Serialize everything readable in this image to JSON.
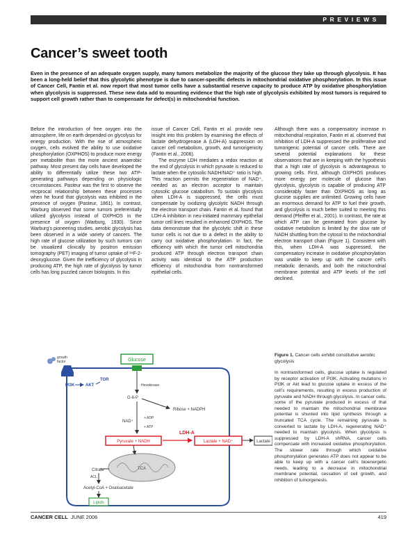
{
  "header": {
    "section": "PREVIEWS"
  },
  "article": {
    "title": "Cancer’s sweet tooth",
    "abstract": "Even in the presence of an adequate oxygen supply, many tumors metabolize the majority of the glucose they take up through glycolysis. It has been a long-held belief that this glycolytic phenotype is due to cancer-specific defects in mitochondrial oxidative phosphorylation. In this issue of Cancer Cell, Fantin et al. now report that most tumor cells have a substantial reserve capacity to produce ATP by oxidative phosphorylation when glycolysis is suppressed. These new data add to mounting evidence that the high rate of glycolysis exhibited by most tumors is required to support cell growth rather than to compensate for defect(s) in mitochondrial function."
  },
  "columns": {
    "col1": [
      "Before the introduction of free oxygen into the atmosphere, life on earth depended on glycolysis for energy production. With the rise of atmospheric oxygen, cells evolved the ability to use oxidative phosphorylation (OXPHOS) to produce more energy per metabolite than the more ancient anaerobic pathway. Most present day cells have developed the ability to differentially utilize these two ATP-generating pathways depending on physiologic circumstances. Pasteur was the first to observe the reciprocal relationship between these processes when he found that glycolysis was inhibited in the presence of oxygen (Pasteur, 1861). In contrast, Warburg observed that some tumors preferentially utilized glycolysis instead of OXPHOS in the presence of oxygen (Warburg, 1930). Since Warburg’s pioneering studies, aerobic glycolysis has been observed in a wide variety of cancers. The high rate of glucose utilization by such tumors can be visualized clinically by positron emission tomography (PET) imaging of tumor uptake of ¹⁸F-2-deoxyglucose. Given the inefficiency of glycolysis in producing ATP, the high rate of glycolysis by tumor cells has long puzzled cancer biologists. In this"
    ],
    "col2": [
      "issue of Cancer Cell, Fantin et al. provide new insight into this problem by examining the effects of lactate dehydrogenase A (LDH-A) suppression on cancer cell metabolism, growth, and tumorigenicity (Fantin et al., 2006).",
      "The enzyme LDH mediates a redox reaction at the end of glycolysis in which pyruvate is reduced to lactate when the cytosolic NADH/NAD⁺ ratio is high. This reaction permits the regeneration of NAD⁺, needed as an electron acceptor to maintain cytosolic glucose catabolism. To sustain glycolysis when LDH-A is suppressed, the cells must compensate by oxidizing glycolytic NADH through the electron transport chain. Fantin et al. found that LDH-A inhibition in neu-initiated mammary epithelial tumor cell lines resulted in enhanced OXPHOS. The data demonstrate that the glycolytic shift in these tumor cells is not due to a defect in the ability to carry out oxidative phosphorylation. In fact, the efficiency with which the tumor cell mitochondria produced ATP through electron transport chain activity was identical to the ATP production efficiency of mitochondria from nontransformed epithelial cells."
    ],
    "col3": [
      "Although there was a compensatory increase in mitochondrial respiration, Fantin et al. observed that inhibition of LDH-A suppressed the proliferative and tumorigenic potential of cancer cells. There are several potential explanations for these observations that are in keeping with the hypothesis that a high rate of glycolysis is advantageous to growing cells. First, although OXPHOS produces more energy per molecule of glucose than glycolysis, glycolysis is capable of producing ATP considerably faster than OXPHOS as long as glucose supplies are unlimited. Growing cells have an enormous demand for ATP to fuel their growth, and glycolysis is much better suited to meeting this demand (Pfeiffer et al., 2001). In contrast, the rate at which ATP can be generated from glucose by oxidative metabolism is limited by the slow rate of NADH shuttling from the cytosol to the mitochondrial electron transport chain (Figure 1). Consistent with this, when LDH-A was suppressed, the compensatory increase in oxidative phosphorylation was unable to keep up with the cancer cell’s metabolic demands, and both the mitochondrial membrane potential and ATP levels of the cell declined."
    ]
  },
  "figure": {
    "labels": {
      "growth_factor": "growth\nfactor",
      "pi3k": "PI3K",
      "akt": "AKT",
      "tor": "TOR",
      "glucose": "Glucose",
      "hexokinase": "Hexokinase",
      "g6p": "G-6-P",
      "ribose": "Ribose + NADPH",
      "nad": "NAD⁺",
      "adp": "+ ADP",
      "atp": "+ ATP",
      "pyruvate": "Pyruvate + NADH",
      "ldha": "LDH-A",
      "lactate_nad": "Lactate + NAD⁺",
      "lactate": "Lactate",
      "tca": "TCA",
      "citrate": "Citrate",
      "acl": "ACL",
      "acetylcoa": "Acetyl-CoA + Oxaloacetate",
      "lipids": "Lipids"
    },
    "caption_label": "Figure 1.",
    "caption_title": "Cancer cells exhibit constitutive aerobic glycolysis",
    "caption_body": "In nontransformed cells, glucose uptake is regulated by receptor activation of PI3K. Activating mutations in PI3K or Akt lead to glucose uptake in excess of the cell’s requirements, resulting in excess production of pyruvate and NADH through glycolysis. In cancer cells, some of the pyruvate produced in excess of that needed to maintain the mitochondrial membrane potential is shunted into lipid synthesis through a truncated TCA cycle. The remaining pyruvate is converted to lactate by LDH-A, regenerating NAD⁺ needed to maintain glycolysis. When glycolysis is suppressed by LDH-A shRNA, cancer cells compensate with increased oxidative phosphorylation. The slower rate through which oxidative phosphorylation generates ATP does not appear to be able to keep up with a cancer cell’s bioenergetic needs, leading to a decrease in mitochondrial membrane potential, cessation of cell growth, and inhibition of tumorgenesis."
  },
  "footer": {
    "journal": "CANCER CELL",
    "date": "JUNE 2006",
    "page": "419"
  },
  "colors": {
    "banner": "#2f2f2f",
    "glucose_box": "#2e9b3a",
    "pathway_red": "#d62128",
    "receptor_blue": "#2a4fa0",
    "mitochondrion": "#d9d9d9"
  }
}
